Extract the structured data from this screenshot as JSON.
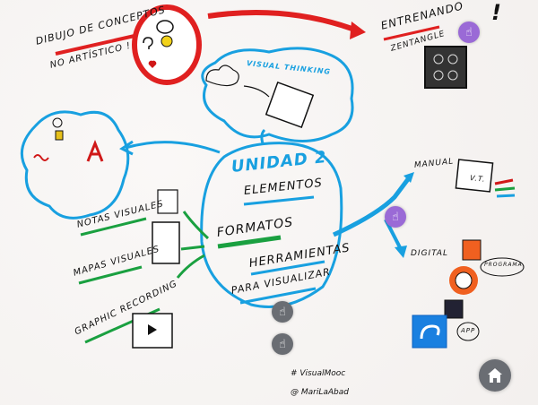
{
  "map": {
    "center_title": "UNIDAD 2",
    "center_subtitle": "ELEMENTOS",
    "formatos": "FORMATOS",
    "herramientas": "HERRAMIENTAS",
    "para_visualizar": "PARA VISUALIZAR",
    "dibujo": "DIBUJO DE CONCEPTOS",
    "no_artistico": "NO ARTÍSTICO !",
    "visual_thinking": "VISUAL THINKING",
    "entrenando": "ENTRENANDO",
    "exclamation": "!",
    "zentangle": "ZENTANGLE",
    "manual": "MANUAL",
    "vt": "V.T.",
    "digital": "DIGITAL",
    "programa": "PROGRAMA",
    "app": "APP",
    "notas": "NOTAS VISUALES",
    "mapas": "MAPAS VISUALES",
    "graphic": "GRAPHIC RECORDING",
    "hashtag": "# VisualMooc",
    "author": "@ MariLaAbad"
  },
  "hotspots": [
    {
      "icon": "hand-pointer-icon",
      "color": "#9a6ad6"
    },
    {
      "icon": "hand-pointer-icon",
      "color": "#9a6ad6"
    },
    {
      "icon": "hand-pointer-icon",
      "color": "#6a6d73"
    },
    {
      "icon": "hand-pointer-icon",
      "color": "#6a6d73"
    }
  ],
  "home_button": {
    "icon": "home-icon",
    "color": "#6a6d73"
  },
  "colors": {
    "blue": "#18a0e0",
    "red": "#e02020",
    "green": "#1aa040"
  }
}
